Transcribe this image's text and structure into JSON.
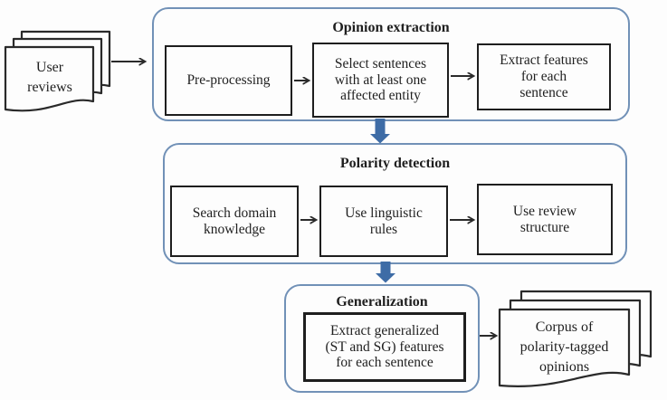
{
  "figure": {
    "type": "flowchart",
    "colors": {
      "container_border": "#7191b7",
      "flow_arrow_blue": "#3e6ca6",
      "box_border": "#1e1e1e",
      "text": "#1f1f1f",
      "background": "#fdfdfd"
    },
    "input_stack": {
      "label": "User\nreviews"
    },
    "output_stack": {
      "label": "Corpus of\npolarity-tagged\nopinions"
    },
    "stages": [
      {
        "title": "Opinion extraction",
        "steps": [
          "Pre-processing",
          "Select sentences\nwith at least one\naffected entity",
          "Extract features\nfor each\nsentence"
        ]
      },
      {
        "title": "Polarity detection",
        "steps": [
          "Search domain\nknowledge",
          "Use linguistic\nrules",
          "Use review\nstructure"
        ]
      },
      {
        "title": "Generalization",
        "steps": [
          "Extract generalized\n(ST and SG) features\nfor each sentence"
        ]
      }
    ]
  }
}
